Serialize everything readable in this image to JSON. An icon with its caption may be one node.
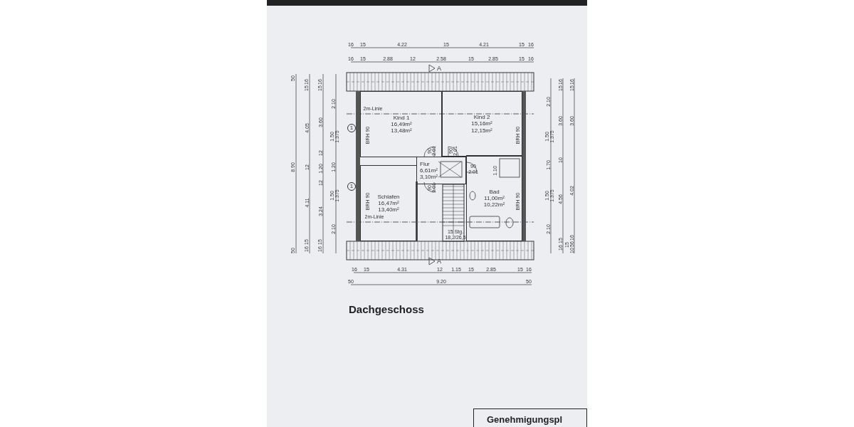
{
  "diagram": {
    "title": "Dachgeschoss",
    "nodes": [
      {
        "text": [
          "Kind 1",
          "16,49m²",
          "13,48m²"
        ]
      },
      {
        "text": [
          "Kind 2",
          "15,16m²",
          "12,15m²"
        ]
      },
      {
        "text": [
          "Flur",
          "6,61m²",
          "3,10m²"
        ]
      },
      {
        "text": [
          "Schlafen",
          "16,47m²",
          "13,40m²"
        ]
      },
      {
        "text": [
          "Bad",
          "11,00m²",
          "10,22m²"
        ]
      }
    ],
    "edges": [],
    "labels": [
      "16",
      "15",
      "4.22",
      "15",
      "4.21",
      "15",
      "16",
      "16",
      "15",
      "2.88",
      "12",
      "2.58",
      "15",
      "2.85",
      "15",
      "16",
      "A",
      "50",
      "16",
      "15",
      "16",
      "15",
      "2.10",
      "2m-Linie",
      "4.05",
      "3.60",
      "1",
      "BRH 90",
      "1.50",
      "1.375",
      "BRH 90",
      "2.10",
      "1.50",
      "1.375",
      "16",
      "15",
      "3.60",
      "16",
      "15",
      "3.60",
      "90",
      "2.01",
      "90",
      "2.01",
      "8.90",
      "12",
      "12",
      "1.20",
      "12",
      "1.20",
      "90",
      "2.01",
      "1.10",
      "1.70",
      "10",
      "90",
      "2.01",
      "1",
      "4.11",
      "3.24",
      "1.50",
      "1.375",
      "BRH 90",
      "BRH 90",
      "1.50",
      "1.375",
      "4.56",
      "4.02",
      "2m-Linie",
      "2.10",
      "2.10",
      "15 Stg.",
      "18,2/26,5",
      "50",
      "15",
      "16",
      "15",
      "16",
      "15",
      "16",
      "15",
      "16",
      "56",
      "10",
      "A",
      "16",
      "15",
      "4.31",
      "12",
      "1.15",
      "15",
      "2.85",
      "15",
      "16",
      "50",
      "9.20",
      "50",
      "Genehmigungspl"
    ]
  }
}
